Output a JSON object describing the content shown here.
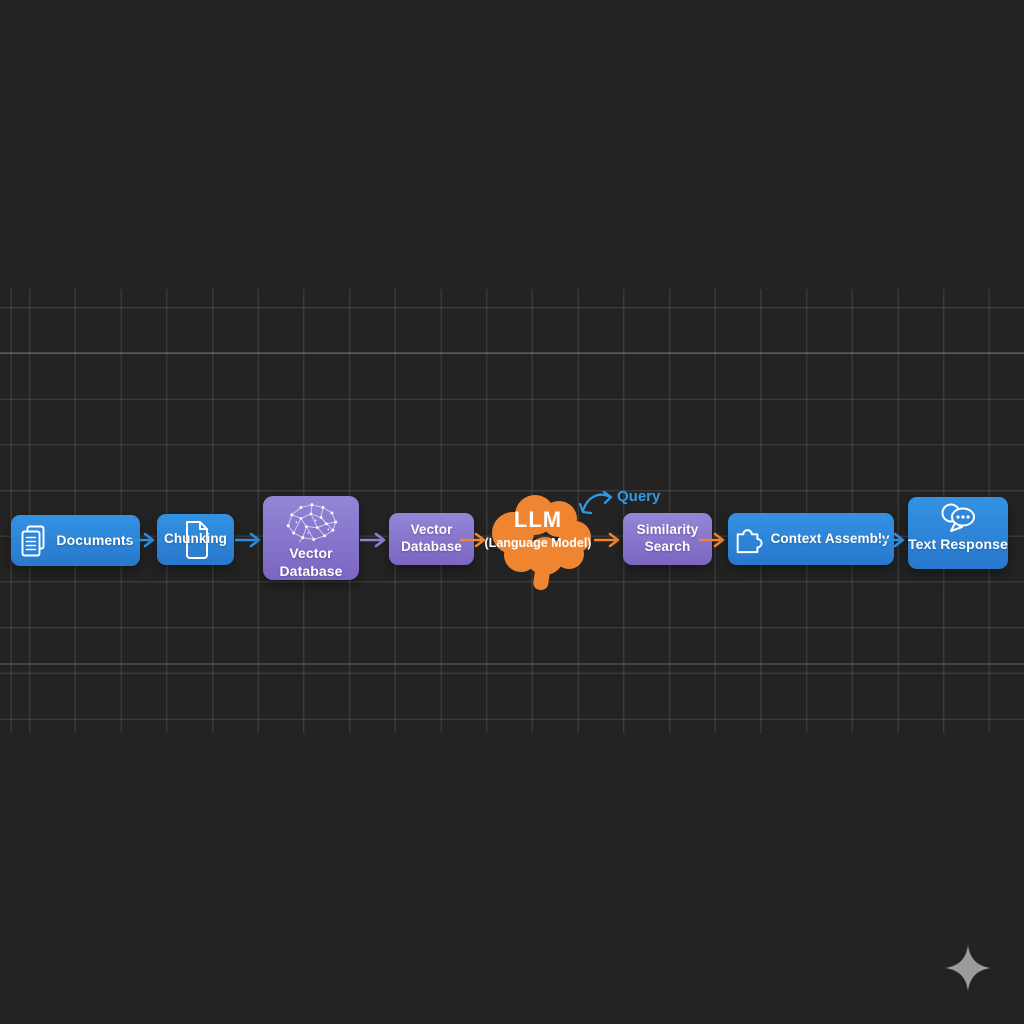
{
  "flow": {
    "nodes": [
      {
        "id": "documents",
        "label": "Documents",
        "icon": "documents-icon"
      },
      {
        "id": "chunking",
        "label": "Chunking",
        "icon": "file-icon"
      },
      {
        "id": "vector-database-main",
        "label": "Vector Database",
        "icon": "network-brain-icon"
      },
      {
        "id": "vector-database",
        "label": "Vector Database"
      },
      {
        "id": "llm",
        "title": "LLM",
        "subtitle": "(Language Model)",
        "shape": "brain-shape"
      },
      {
        "id": "similarity-search",
        "label": "Similarity Search"
      },
      {
        "id": "context-assembly",
        "label": "Context Assembly",
        "icon": "puzzle-icon"
      },
      {
        "id": "text-response",
        "label": "Text Response",
        "icon": "chat-bubbles-icon"
      }
    ],
    "annotations": [
      {
        "id": "query",
        "label": "Query",
        "target": "llm"
      }
    ],
    "watermark_icon": "sparkle-icon"
  },
  "colors": {
    "background": "#232323",
    "node-blue": "#2b87d8",
    "node-purple-top": "#9486d7",
    "node-purple-bottom": "#7b66c2",
    "accent-orange": "#ef8531",
    "arrow-blue": "#2e8fe0",
    "arrow-purple": "#9180d3",
    "arrow-orange": "#ef8531",
    "query-blue": "#2d9be4",
    "sparkle-gray": "#9b9b9b"
  }
}
